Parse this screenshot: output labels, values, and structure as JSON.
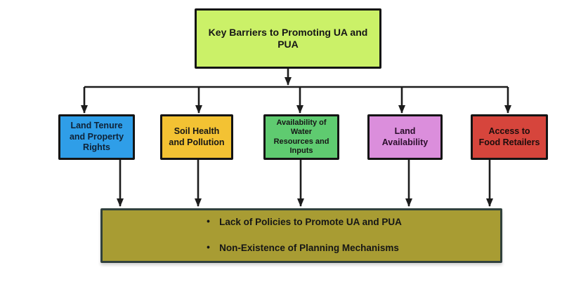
{
  "diagram": {
    "title_box": {
      "label": "Key Barriers to Promoting UA and\nPUA",
      "fill": "#cbf168"
    },
    "barrier_boxes": [
      {
        "label": "Land Tenure\nand Property\nRights",
        "fill": "#2f9ee8"
      },
      {
        "label": "Soil Health\nand Pollution",
        "fill": "#f3c233"
      },
      {
        "label": "Availability of\nWater\nResources and\nInputs",
        "fill": "#5fcb70"
      },
      {
        "label": "Land\nAvailability",
        "fill": "#db8edc"
      },
      {
        "label": "Access to\nFood Retailers",
        "fill": "#d6453c"
      }
    ],
    "summary_box": {
      "bullets": [
        "Lack of Policies to Promote UA and PUA",
        "Non-Existence of Planning Mechanisms"
      ],
      "fill": "#a89c33",
      "border_color": "#31413d"
    },
    "connector_color": "#1c1c1c"
  }
}
